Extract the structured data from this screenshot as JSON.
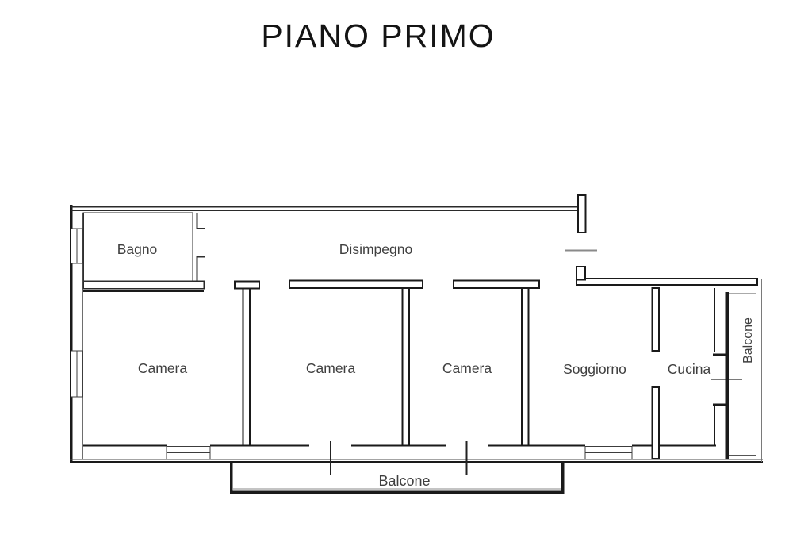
{
  "title": "PIANO PRIMO",
  "floorplan": {
    "type": "apartment-floor-plan",
    "rooms": [
      {
        "id": "bagno",
        "label": "Bagno"
      },
      {
        "id": "disimpegno",
        "label": "Disimpegno"
      },
      {
        "id": "camera-1",
        "label": "Camera"
      },
      {
        "id": "camera-2",
        "label": "Camera"
      },
      {
        "id": "camera-3",
        "label": "Camera"
      },
      {
        "id": "soggiorno",
        "label": "Soggiorno"
      },
      {
        "id": "cucina",
        "label": "Cucina"
      },
      {
        "id": "balcone-east",
        "label": "Balcone"
      },
      {
        "id": "balcone-south",
        "label": "Balcone"
      }
    ]
  },
  "colors": {
    "background": "#ffffff",
    "wall": "#1a1a1a",
    "thin_line": "#3c3c3c",
    "light_line": "#808080",
    "label": "#3f3f3f",
    "title": "#141414"
  }
}
